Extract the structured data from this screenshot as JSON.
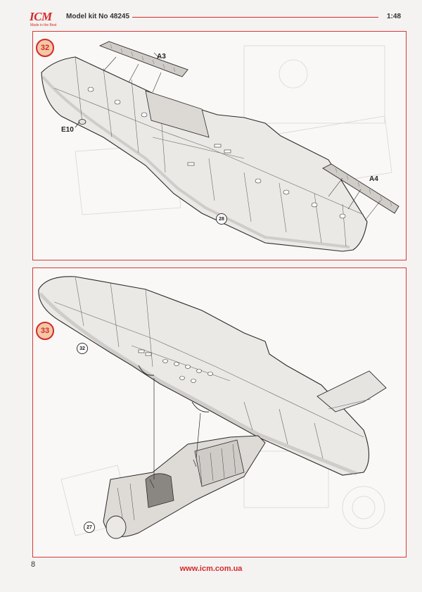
{
  "header": {
    "logo": "ICM",
    "logo_tagline": "Made in the Best",
    "model_kit": "Model kit No 48245",
    "scale": "1:48"
  },
  "steps": [
    {
      "number": "32",
      "parts": [
        "A3",
        "E10",
        "A4"
      ],
      "reference": "28"
    },
    {
      "number": "33",
      "references": [
        "32",
        "27"
      ]
    }
  ],
  "footer": {
    "page_number": "8",
    "website": "www.icm.com.ua"
  },
  "colors": {
    "accent": "#d42a2a",
    "badge_fill": "#f2c8a6",
    "line_art": "#2a2a2a",
    "wing_fill": "#e8e6e3"
  }
}
